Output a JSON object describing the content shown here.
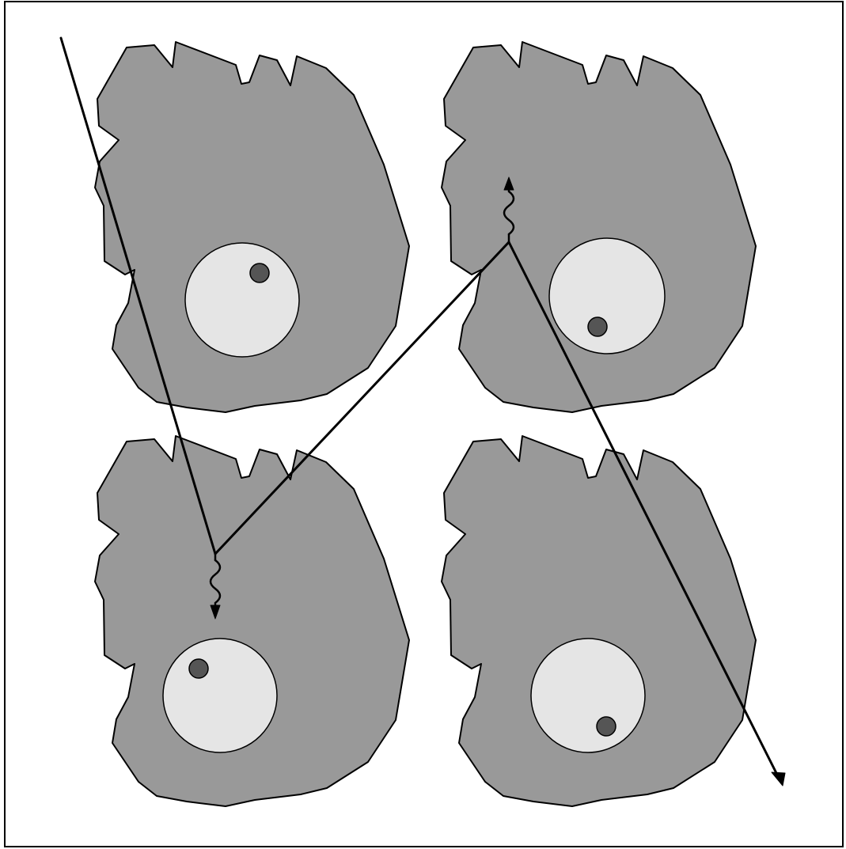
{
  "colors": {
    "cytoplasm": "#999999",
    "nucleus": "#e5e5e5",
    "nucleolus": "#555555",
    "stroke": "#000000"
  },
  "cells": [
    {
      "id": "top-left"
    },
    {
      "id": "top-right"
    },
    {
      "id": "bottom-left"
    },
    {
      "id": "bottom-right"
    }
  ],
  "particle_path": {
    "segment_count": 3,
    "secondary_emission_count": 2
  }
}
